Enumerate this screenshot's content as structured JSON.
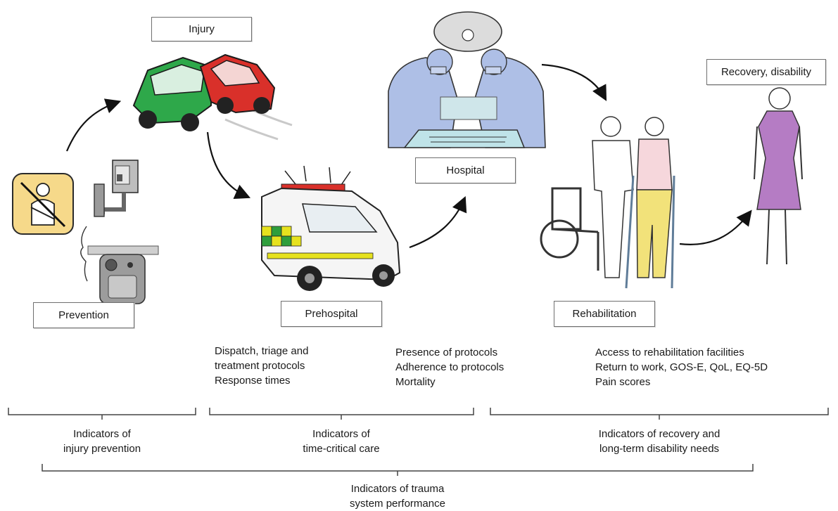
{
  "stages": {
    "injury": "Injury",
    "prevention": "Prevention",
    "prehospital": "Prehospital",
    "hospital": "Hospital",
    "rehabilitation": "Rehabilitation",
    "recovery": "Recovery, disability"
  },
  "prehospital_indicators": [
    "Dispatch, triage and",
    "treatment protocols",
    "Response times"
  ],
  "hospital_indicators": [
    "Presence of protocols",
    "Adherence to protocols",
    "Mortality"
  ],
  "rehab_indicators": [
    "Access to rehabilitation facilities",
    "Return to work, GOS-E, QoL, EQ-5D",
    "Pain scores"
  ],
  "groups": {
    "prevention": [
      "Indicators of",
      "injury prevention"
    ],
    "time_critical": [
      "Indicators of",
      "time-critical care"
    ],
    "recovery": [
      "Indicators of recovery and",
      "long-term disability needs"
    ],
    "overall": [
      "Indicators of trauma",
      "system performance"
    ]
  },
  "colors": {
    "green_car": "#2ea84a",
    "red_car": "#d9302a",
    "ambulance_yellow": "#e6e21e",
    "ambulance_green": "#2e9e3c",
    "surgeon_gown": "#aebfe6",
    "dress": "#b57cc4",
    "trousers": "#f2e27a",
    "seatbelt_sign": "#f6d98a"
  }
}
